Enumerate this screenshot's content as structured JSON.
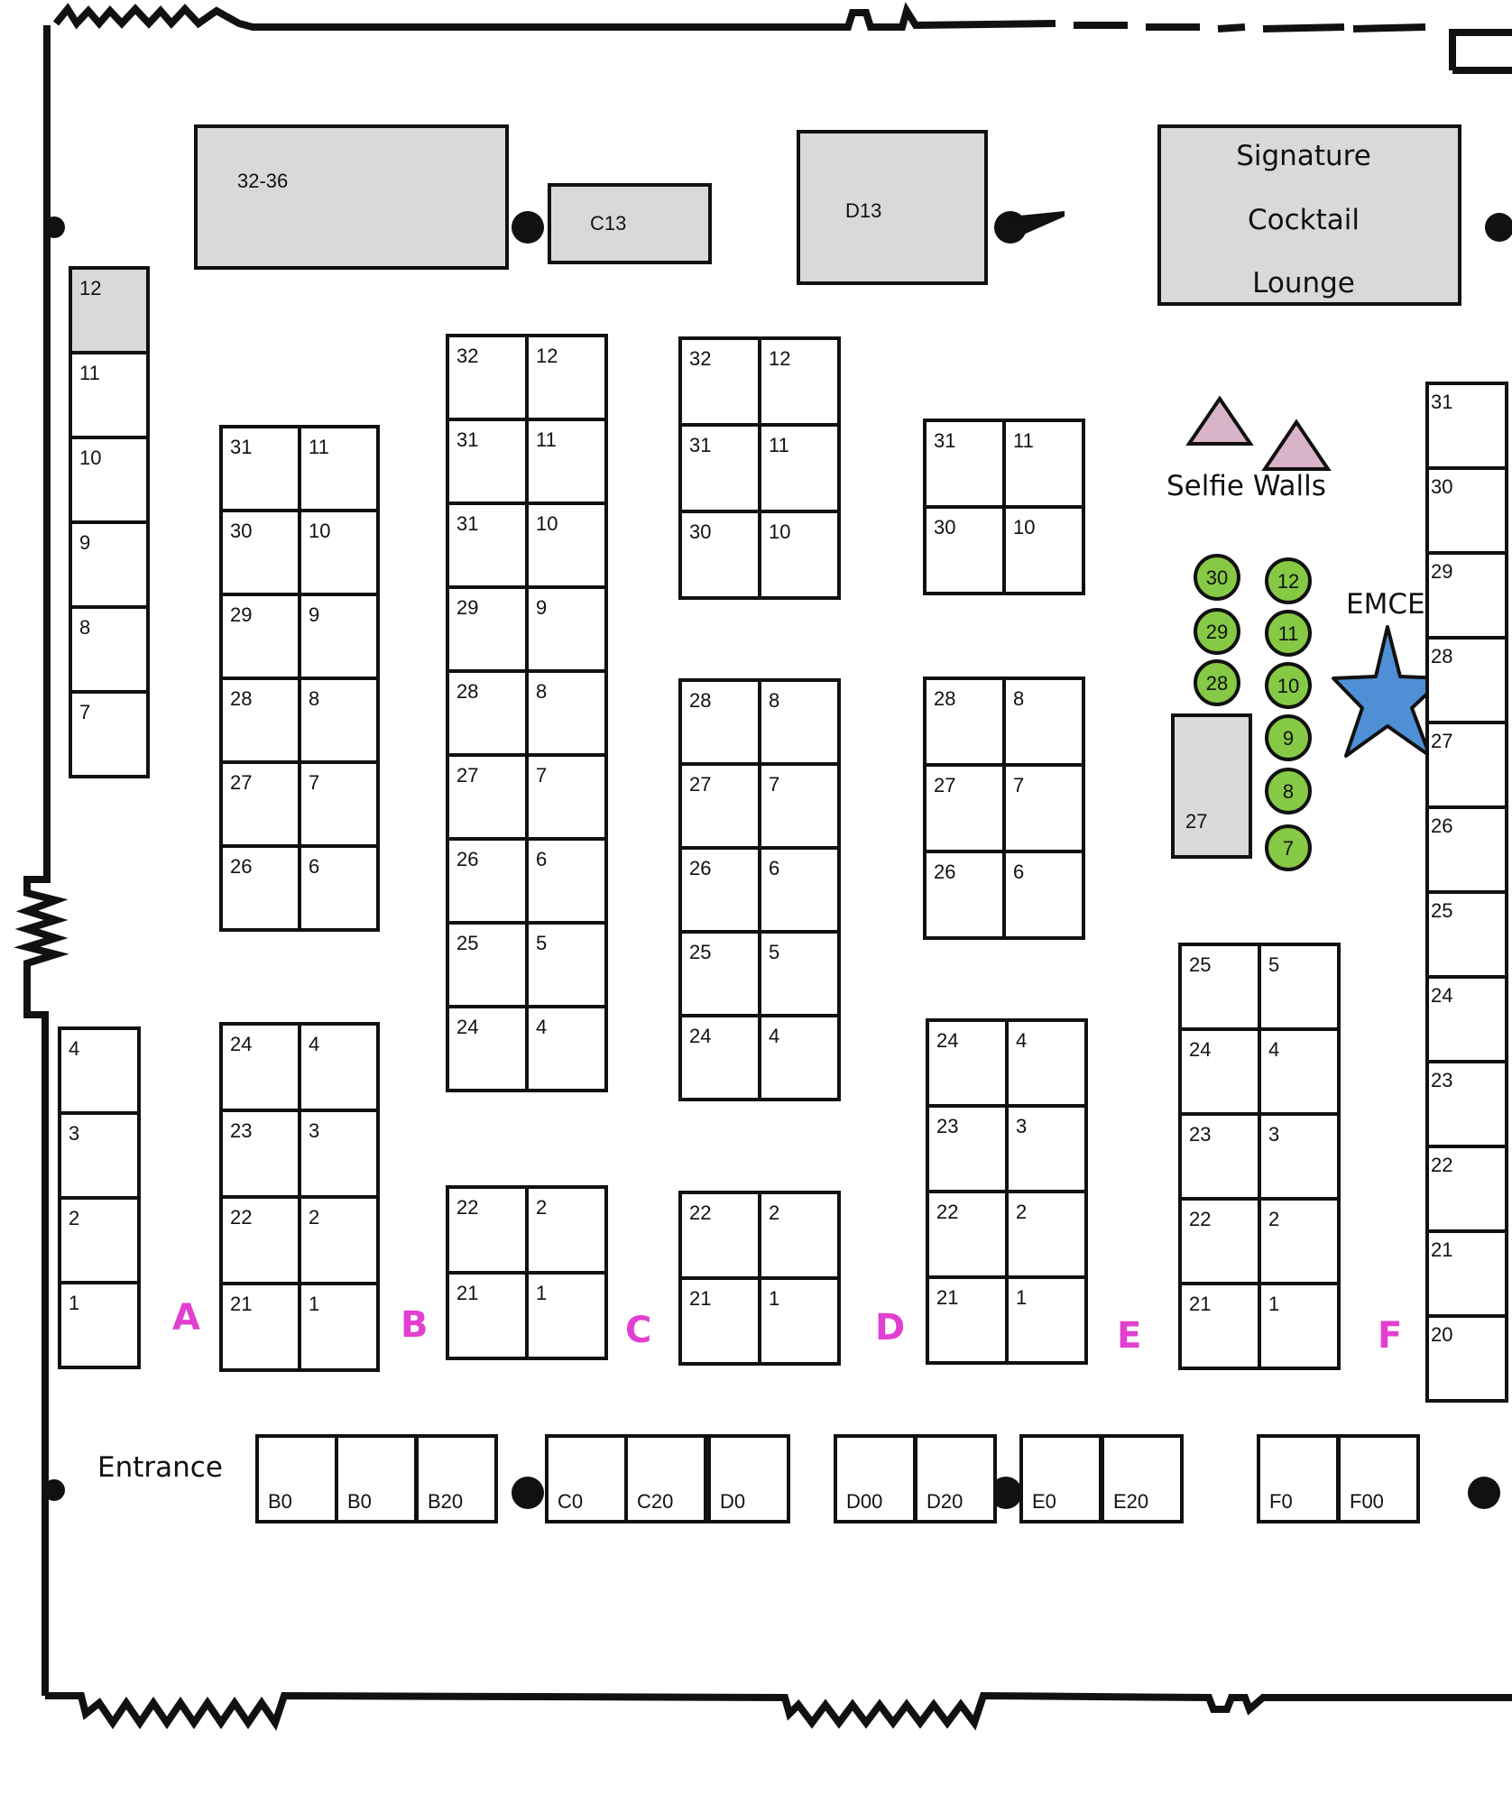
{
  "colors": {
    "wall": "#111111",
    "booth_fill": "#ffffff",
    "reserved_fill": "#d9d9d9",
    "aisle_label": "#e23fd0",
    "selfie_wall": "#d9b4c8",
    "table_circle": "#86c944",
    "emcee_star": "#4f8fd6"
  },
  "icons": {
    "selfie_wall": "triangle-icon",
    "emcee": "star-icon",
    "table": "circle-icon",
    "column": "filled-circle-icon"
  },
  "features": {
    "lounge_line1": "Signature",
    "lounge_line2": "Cocktail",
    "lounge_line3": "Lounge",
    "selfie_walls": "Selfie Walls",
    "emcee": "EMCEE",
    "entrance": "Entrance"
  },
  "aisles": [
    "A",
    "B",
    "C",
    "D",
    "E",
    "F"
  ],
  "booths": {
    "top": [
      "32-36",
      "C13",
      "D13"
    ],
    "a_wall": [
      "12",
      "11",
      "10",
      "9",
      "8",
      "7",
      "4",
      "3",
      "2",
      "1"
    ],
    "a_b_upper": [
      "31",
      "11",
      "30",
      "10",
      "29",
      "9",
      "28",
      "8",
      "27",
      "7",
      "26",
      "6"
    ],
    "a_b_lower": [
      "24",
      "4",
      "23",
      "3",
      "22",
      "2",
      "21",
      "1"
    ],
    "b_c_upper": [
      "32",
      "12",
      "31",
      "11",
      "31",
      "10",
      "29",
      "9",
      "28",
      "8",
      "27",
      "7",
      "26",
      "6",
      "25",
      "5",
      "24",
      "4"
    ],
    "b_c_lower": [
      "22",
      "2",
      "21",
      "1"
    ],
    "c_d_top": [
      "32",
      "12",
      "31",
      "11",
      "30",
      "10"
    ],
    "c_d_mid": [
      "28",
      "8",
      "27",
      "7",
      "26",
      "6",
      "25",
      "5",
      "24",
      "4"
    ],
    "c_d_lower": [
      "22",
      "2",
      "21",
      "1"
    ],
    "d_e_top": [
      "31",
      "11",
      "30",
      "10"
    ],
    "d_e_mid": [
      "28",
      "8",
      "27",
      "7",
      "26",
      "6"
    ],
    "d_e_lower": [
      "24",
      "4",
      "23",
      "3",
      "22",
      "2",
      "21",
      "1"
    ],
    "e_f": [
      "25",
      "5",
      "24",
      "4",
      "23",
      "3",
      "22",
      "2",
      "21",
      "1"
    ],
    "e_reserved": "27",
    "f_wall": [
      "31",
      "30",
      "29",
      "28",
      "27",
      "26",
      "25",
      "24",
      "23",
      "22",
      "21",
      "20"
    ],
    "entrance_row": [
      "B0",
      "B0",
      "B20",
      "C0",
      "C20",
      "D0",
      "D00",
      "D20",
      "E0",
      "E20",
      "F0",
      "F00"
    ]
  },
  "tables": [
    "30",
    "12",
    "29",
    "11",
    "28",
    "10",
    "9",
    "8",
    "7"
  ]
}
